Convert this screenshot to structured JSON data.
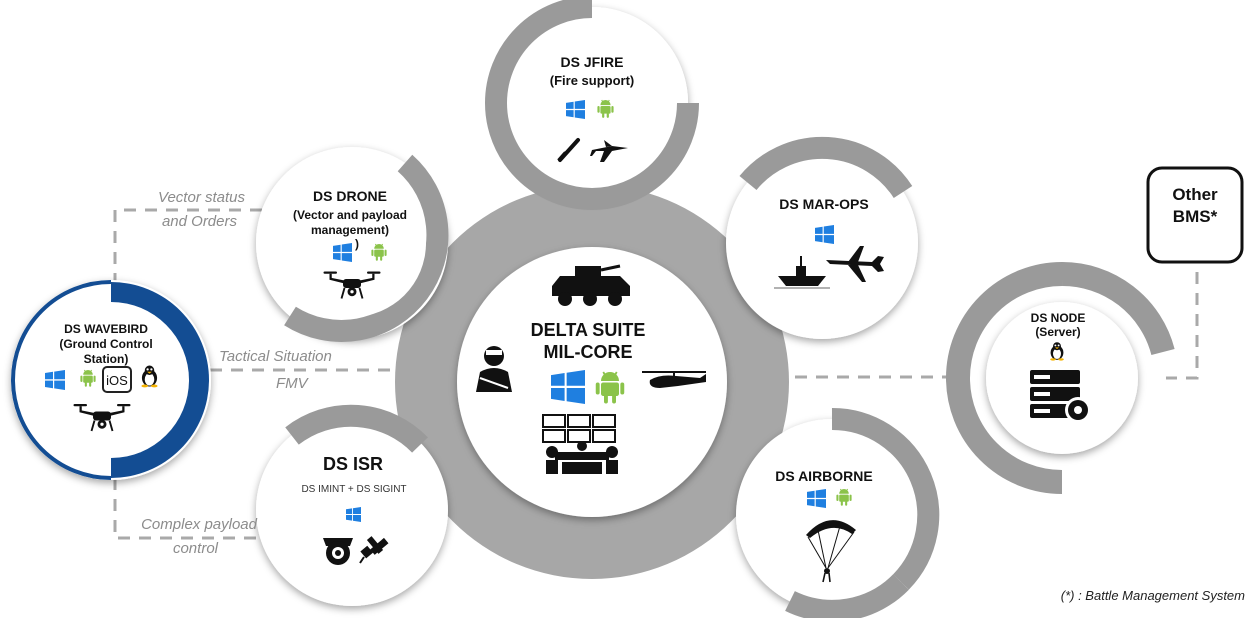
{
  "colors": {
    "ring_gray": "#9a9a9a",
    "big_ring_gray": "#a7a7a7",
    "wavebird_blue": "#134d93",
    "windows_blue": "#1f7fe0",
    "android_green": "#8bc34a",
    "connector_gray": "#a9a9a9",
    "label_gray": "#8c8c8c"
  },
  "center": {
    "title_line1": "DELTA SUITE",
    "title_line2": "MIL-CORE",
    "icons": [
      "armored-vehicle-icon",
      "soldier-icon",
      "windows-icon",
      "android-icon",
      "helicopter-icon",
      "command-center-icon"
    ]
  },
  "nodes": {
    "jfire": {
      "title": "DS JFIRE",
      "subtitle": "(Fire support)",
      "icons": [
        "windows-icon",
        "android-icon",
        "mortar-icon",
        "fighter-jet-icon"
      ]
    },
    "drone": {
      "title": "DS DRONE",
      "subtitle_line1": "(Vector and payload",
      "subtitle_line2": "management)",
      "stray": ")",
      "icons": [
        "windows-icon",
        "android-icon",
        "quadcopter-icon"
      ]
    },
    "marops": {
      "title": "DS MAR-OPS",
      "icons": [
        "windows-icon",
        "boat-icon",
        "uav-plane-icon"
      ]
    },
    "isr": {
      "title": "DS ISR",
      "subtitle": "DS IMINT + DS SIGINT",
      "icons": [
        "windows-icon",
        "camera-icon",
        "satellite-icon"
      ]
    },
    "airborne": {
      "title": "DS AIRBORNE",
      "icons": [
        "windows-icon",
        "android-icon",
        "parachute-icon"
      ]
    },
    "wavebird": {
      "title": "DS WAVEBIRD",
      "subtitle_line1": "(Ground Control",
      "subtitle_line2": "Station)",
      "ios_label": "iOS",
      "icons": [
        "windows-icon",
        "android-icon",
        "ios-icon",
        "linux-icon",
        "quadcopter-icon"
      ]
    },
    "node": {
      "title": "DS NODE",
      "subtitle": "(Server)",
      "icons": [
        "linux-icon",
        "server-icon"
      ]
    }
  },
  "connections": {
    "vector_line1": "Vector status",
    "vector_line2": "and Orders",
    "tactical": "Tactical Situation",
    "fmv": "FMV",
    "complex_line1": "Complex payload",
    "complex_line2": "control"
  },
  "other_bms": {
    "line1": "Other",
    "line2": "BMS*"
  },
  "footnote": "(*) : Battle Management System"
}
